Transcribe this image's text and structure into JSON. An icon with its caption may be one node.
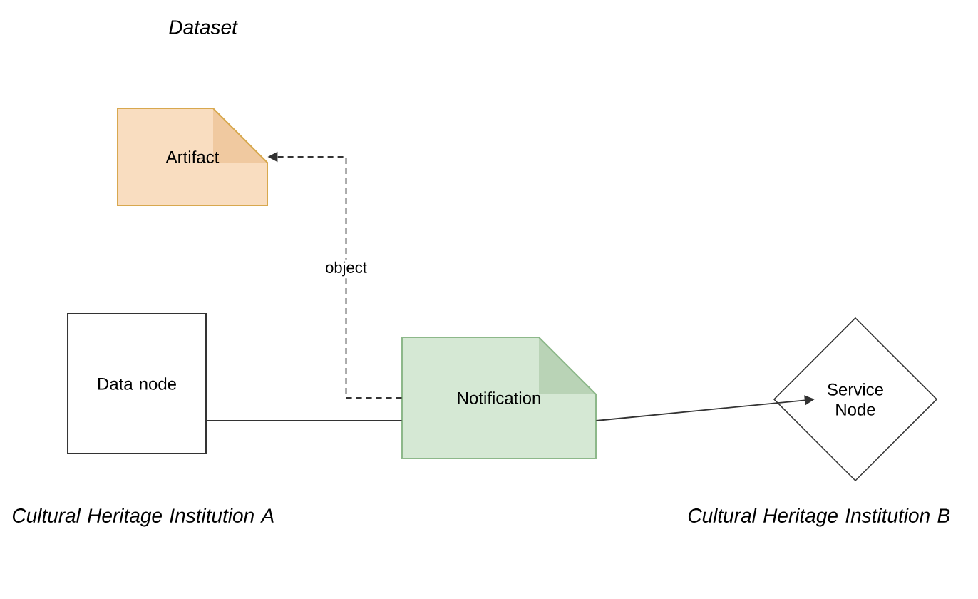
{
  "diagram": {
    "nodes": [
      {
        "text": [
          "Artifact"
        ]
      },
      {
        "text": [
          "Data node"
        ]
      },
      {
        "text": [
          "Notification"
        ]
      },
      {
        "text": [
          "Service Node"
        ]
      }
    ],
    "edges": [
      {
        "from": 2,
        "to": 0,
        "arrow": "to",
        "label": "object",
        "style": "dashed"
      },
      {
        "from": 1,
        "to": 2,
        "arrow": "none"
      },
      {
        "from": 2,
        "to": 3,
        "arrow": "to"
      }
    ],
    "labels": [
      "Dataset",
      "Cultural Heritage Institution A",
      "Cultural Heritage Institution B"
    ]
  }
}
